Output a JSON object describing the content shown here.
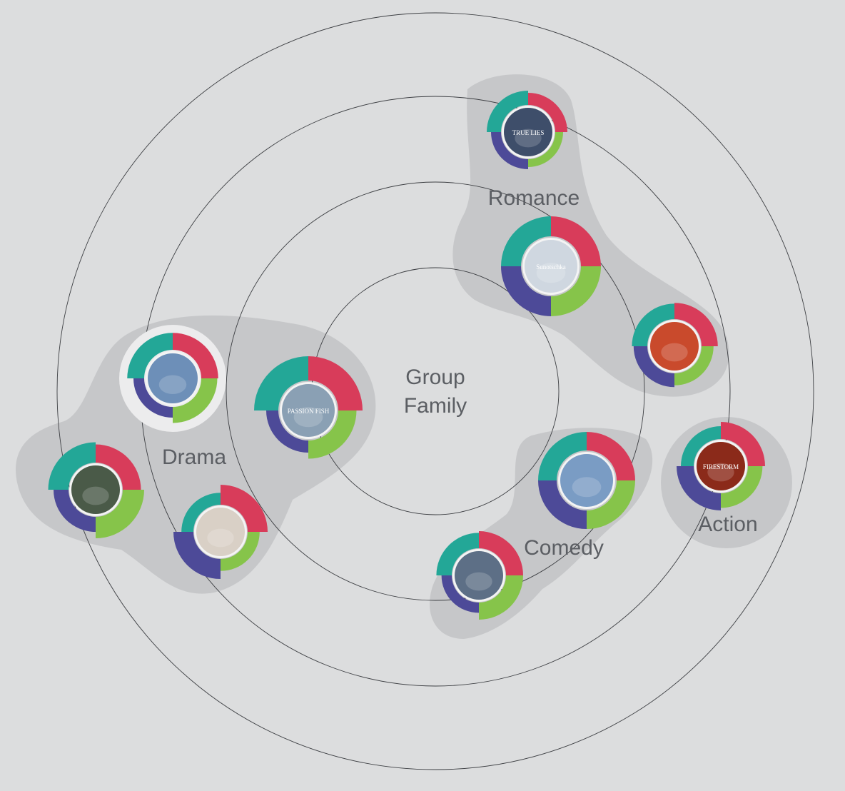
{
  "center": {
    "line1": "Group",
    "line2": "Family"
  },
  "clusters": [
    {
      "id": "romance",
      "label": "Romance"
    },
    {
      "id": "drama",
      "label": "Drama"
    },
    {
      "id": "comedy",
      "label": "Comedy"
    },
    {
      "id": "action",
      "label": "Action"
    }
  ],
  "poster_texts": {
    "m1": "TRUE LIES",
    "m2": "Sunotschka",
    "m4": "PASSION FISH",
    "m9": "FIRESTORM"
  },
  "movies": [
    {
      "id": "m1",
      "cluster": "romance",
      "teal": 1.0,
      "red": 0.85,
      "green": 0.55,
      "purple": 0.7,
      "poster": "#3e4e6a",
      "selected": false
    },
    {
      "id": "m2",
      "cluster": "romance",
      "teal": 1.0,
      "red": 1.0,
      "green": 1.0,
      "purple": 1.0,
      "poster": "#cfd7e0",
      "selected": false
    },
    {
      "id": "m3",
      "cluster": "romance",
      "teal": 0.9,
      "red": 0.95,
      "green": 0.7,
      "purple": 0.8,
      "poster": "#c94a2c",
      "selected": false
    },
    {
      "id": "m4",
      "cluster": "drama",
      "teal": 1.0,
      "red": 1.0,
      "green": 0.75,
      "purple": 0.5,
      "poster": "#8aa0b4",
      "selected": false
    },
    {
      "id": "m5",
      "cluster": "drama",
      "teal": 0.95,
      "red": 0.95,
      "green": 0.9,
      "purple": 0.6,
      "poster": "#6d8fb8",
      "selected": true
    },
    {
      "id": "m6",
      "cluster": "drama",
      "teal": 0.95,
      "red": 0.85,
      "green": 1.0,
      "purple": 0.7,
      "poster": "#4a5a48",
      "selected": false
    },
    {
      "id": "m7",
      "cluster": "drama",
      "teal": 0.6,
      "red": 1.0,
      "green": 0.6,
      "purple": 1.0,
      "poster": "#d9d0c6",
      "selected": false
    },
    {
      "id": "m8",
      "cluster": "comedy",
      "teal": 1.0,
      "red": 1.0,
      "green": 1.0,
      "purple": 1.0,
      "poster": "#7a9cc4",
      "selected": false
    },
    {
      "id": "m9",
      "cluster": "action",
      "teal": 0.75,
      "red": 1.0,
      "green": 0.85,
      "purple": 1.0,
      "poster": "#8b2a1a",
      "selected": false
    },
    {
      "id": "m10",
      "cluster": "comedy",
      "teal": 0.9,
      "red": 1.0,
      "green": 1.0,
      "purple": 0.6,
      "poster": "#5d6f86",
      "selected": false
    }
  ],
  "colors": {
    "teal": "#23a797",
    "red": "#d83c5a",
    "green": "#86c44a",
    "purple": "#4d4a98",
    "background": "#dcddde",
    "cluster": "#c2c3c5",
    "ring": "#3c3e42",
    "text": "#5b5e63"
  }
}
